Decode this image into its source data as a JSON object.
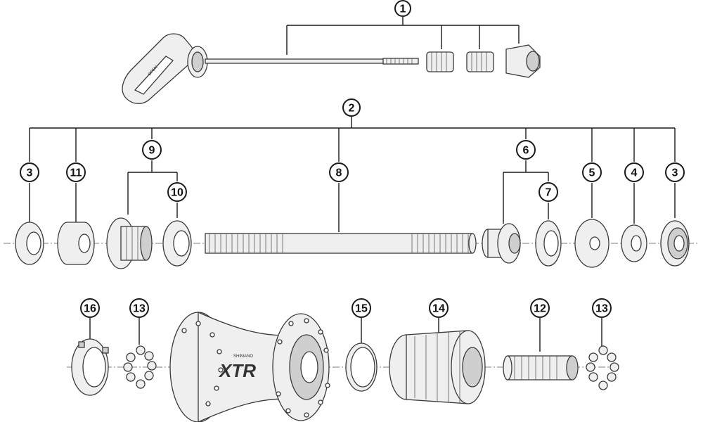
{
  "callouts": {
    "c1": "1",
    "c2": "2",
    "c3a": "3",
    "c11": "11",
    "c9": "9",
    "c10": "10",
    "c8": "8",
    "c6": "6",
    "c7": "7",
    "c5": "5",
    "c4": "4",
    "c3b": "3",
    "c16": "16",
    "c13a": "13",
    "c15": "15",
    "c14": "14",
    "c12": "12",
    "c13b": "13"
  },
  "hub": {
    "brand": "XTR",
    "maker": "SHIMANO"
  },
  "lever": {
    "text": "OPEN"
  },
  "colors": {
    "line": "#1a1a1a",
    "part_fill": "#efefef",
    "part_shade": "#cfcfcf"
  }
}
